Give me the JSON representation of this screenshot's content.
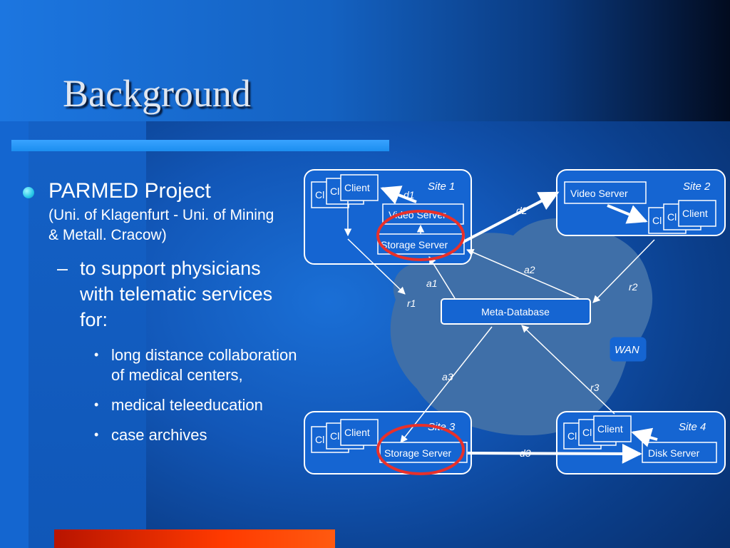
{
  "slide": {
    "title": "Background"
  },
  "bullets": {
    "l1_title": "PARMED Project",
    "l1_sub_line1": "(Uni. of Klagenfurt - Uni. of Mining",
    "l1_sub_line2": "& Metall. Cracow)",
    "l2_line1": "to support physicians",
    "l2_line2": "with telematic services",
    "l2_line3": "for:",
    "l3_items": [
      "long distance collaboration",
      "of medical centers,",
      "medical teleeducation",
      "case archives"
    ]
  },
  "diagram": {
    "sites": [
      {
        "label": "Site 1",
        "servers": [
          "Video Server",
          "Storage Server"
        ],
        "client": "Client",
        "client_partial": "Cl",
        "client_partial2": "Cl"
      },
      {
        "label": "Site 2",
        "servers": [
          "Video Server"
        ],
        "client": "Client",
        "client_partial": "Cl",
        "client_partial2": "Cl"
      },
      {
        "label": "Site 3",
        "servers": [
          "Storage Server"
        ],
        "client": "Client",
        "client_partial": "Cl",
        "client_partial2": "Cl"
      },
      {
        "label": "Site 4",
        "servers": [
          "Disk Server"
        ],
        "client": "Client",
        "client_partial": "Cl",
        "client_partial2": "Cl"
      }
    ],
    "meta_database": "Meta-Database",
    "wan": "WAN",
    "links": [
      "d1",
      "d2",
      "d3",
      "a1",
      "a2",
      "a3",
      "r1",
      "r2",
      "r3"
    ],
    "colors": {
      "wan_cloud": "#3f6fa8",
      "box_fill": "#1565d2",
      "highlight_ring": "#e8302a"
    }
  }
}
